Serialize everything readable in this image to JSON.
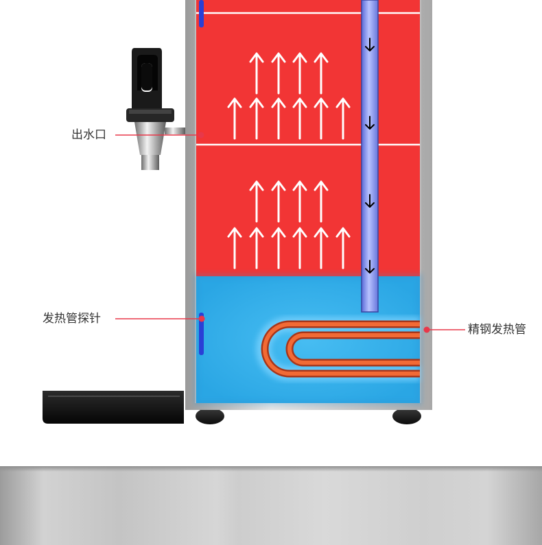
{
  "labels": {
    "outlet": "出水口",
    "probe": "发热管探针",
    "heating_tube": "精钢发热管"
  },
  "colors": {
    "hot_water": "#f23535",
    "cold_water": "#3fb6ee",
    "casing": "#c9c9c9",
    "arrow": "#ffffff",
    "inlet_pipe": "#8f9ff0",
    "heating_tube": "#e5541c",
    "probe": "#2a3fd6",
    "callout_line": "#e8384a"
  },
  "icons": {
    "faucet": "faucet-icon",
    "drip_tray": "drip-tray-icon",
    "arrows": "up-arrow-icon",
    "flow": "down-arrow-icon"
  }
}
